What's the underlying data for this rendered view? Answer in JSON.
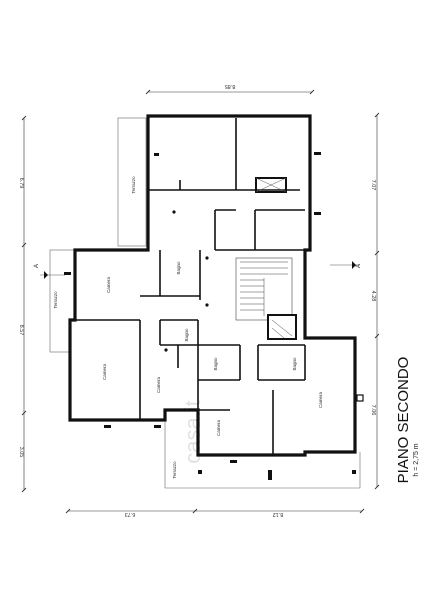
{
  "title": "PIANO SECONDO",
  "subtitle": "h = 2,75 m",
  "watermark": "casa.it",
  "section_marker": "A",
  "rooms": {
    "camera_1": "Camera",
    "camera_2": "Camera",
    "camera_3": "Camera",
    "camera_4": "Camera",
    "camera_5": "Camera",
    "bagno_1": "Bagno",
    "bagno_2": "Bagno",
    "bagno_3": "Bagno",
    "bagno_4": "Bagno",
    "terrazzo_1": "Terrazzo",
    "terrazzo_2": "Terrazzo",
    "terrazzo_3": "Terrazzo"
  },
  "dimensions": {
    "top": "8.85",
    "right_1": "7.07",
    "right_2": "4.28",
    "right_3": "7.06",
    "left_1": "6.79",
    "left_2": "8.57",
    "left_3": "3.05",
    "bottom_1": "6.73",
    "bottom_2": "8.12"
  }
}
